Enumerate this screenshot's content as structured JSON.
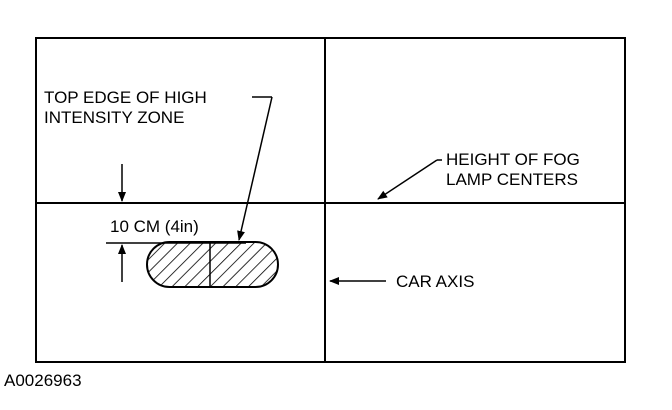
{
  "diagram": {
    "labels": {
      "top_edge_line1": "TOP EDGE OF HIGH",
      "top_edge_line2": "INTENSITY ZONE",
      "fog_height_line1": "HEIGHT OF FOG",
      "fog_height_line2": "LAMP CENTERS",
      "offset": "10 CM (4in)",
      "car_axis": "CAR AXIS"
    },
    "figure_id": "A0026963",
    "colors": {
      "ink": "#000000",
      "background": "#ffffff"
    }
  }
}
